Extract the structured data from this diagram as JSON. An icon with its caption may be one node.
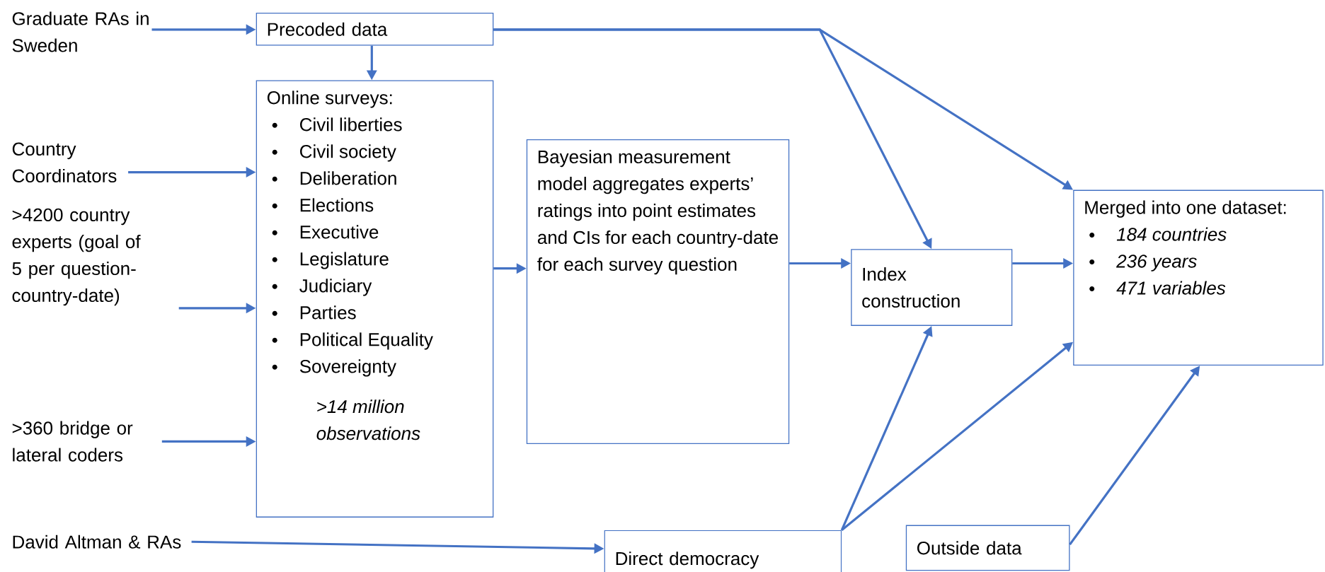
{
  "diagram": {
    "nodes": [
      {
        "text": [
          "Graduate RAs in Sweden"
        ]
      },
      {
        "text": [
          "Precoded data"
        ]
      },
      {
        "text": [
          "Online surveys:",
          "Civil liberties",
          "Civil society",
          "Deliberation",
          "Elections",
          "Executive",
          "Legislature",
          "Judiciary",
          "Parties",
          "Political Equality",
          "Sovereignty",
          ">14 million observations"
        ]
      },
      {
        "text": [
          "Country Coordinators"
        ]
      },
      {
        "text": [
          ">4200 country experts (goal of 5 per question-country-date)"
        ]
      },
      {
        "text": [
          ">360 bridge or lateral coders"
        ]
      },
      {
        "text": [
          "Bayesian measurement model aggregates experts’ ratings into point estimates and CIs for each country-date for each survey question"
        ]
      },
      {
        "text": [
          "Index construction"
        ]
      },
      {
        "text": [
          "Merged into one dataset:",
          "184 countries",
          "236 years",
          "471 variables"
        ]
      },
      {
        "text": [
          "David Altman & RAs"
        ]
      },
      {
        "text": [
          "Direct democracy"
        ]
      },
      {
        "text": [
          "Outside data"
        ]
      }
    ],
    "edges": [
      {
        "from": 0,
        "to": 1,
        "arrow": "to"
      },
      {
        "from": 1,
        "to": 2,
        "arrow": "to"
      },
      {
        "from": 1,
        "to": 7,
        "arrow": "to"
      },
      {
        "from": 1,
        "to": 8,
        "arrow": "to"
      },
      {
        "from": 3,
        "to": 2,
        "arrow": "to"
      },
      {
        "from": 4,
        "to": 2,
        "arrow": "to"
      },
      {
        "from": 5,
        "to": 2,
        "arrow": "to"
      },
      {
        "from": 2,
        "to": 6,
        "arrow": "to"
      },
      {
        "from": 6,
        "to": 7,
        "arrow": "to"
      },
      {
        "from": 7,
        "to": 8,
        "arrow": "to"
      },
      {
        "from": 9,
        "to": 10,
        "arrow": "to"
      },
      {
        "from": 10,
        "to": 7,
        "arrow": "to"
      },
      {
        "from": 10,
        "to": 8,
        "arrow": "to"
      },
      {
        "from": 11,
        "to": 8,
        "arrow": "to"
      }
    ]
  }
}
